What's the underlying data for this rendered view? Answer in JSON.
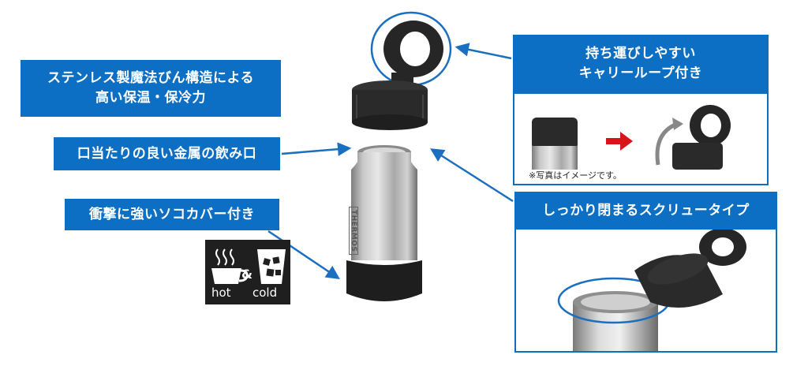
{
  "callouts": {
    "insulation": {
      "line1": "ステンレス製魔法びん構造による",
      "line2": "高い保温・保冷力"
    },
    "mouth": "口当たりの良い金属の飲み口",
    "cover": "衝撃に強いソコカバー付き",
    "loop": {
      "line1": "持ち運びしやすい",
      "line2": "キャリーループ付き"
    },
    "screw": "しっかり閉まるスクリュータイプ"
  },
  "loop_panel": {
    "note": "※写真はイメージです。"
  },
  "bottle": {
    "brand": "THERMOS"
  },
  "badge": {
    "hot": "hot",
    "amp": "&",
    "cold": "cold"
  },
  "colors": {
    "callout_blue": "#0d6fc4",
    "arrow_blue": "#1a6fc0",
    "red_arrow": "#d8141a"
  }
}
